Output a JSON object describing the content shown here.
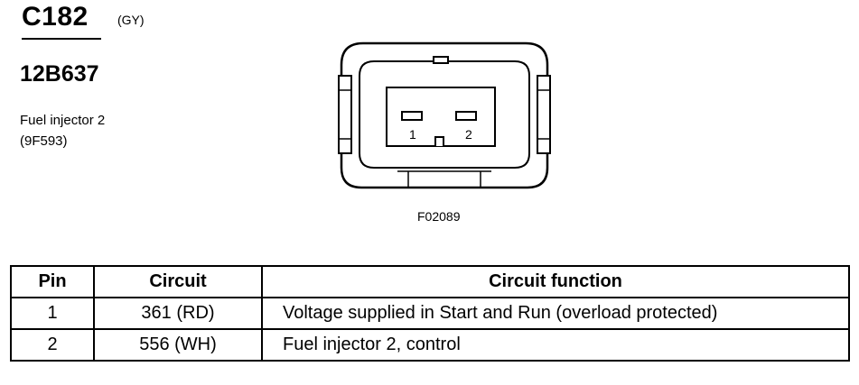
{
  "connector": {
    "id": "C182",
    "color_code": "(GY)",
    "part_number": "12B637",
    "description_line1": "Fuel injector 2",
    "description_line2": "(9F593)"
  },
  "diagram": {
    "figure_code": "F02089",
    "pin_labels": [
      "1",
      "2"
    ]
  },
  "table": {
    "headers": {
      "pin": "Pin",
      "circuit": "Circuit",
      "function": "Circuit function"
    },
    "rows": [
      {
        "pin": "1",
        "circuit": "361 (RD)",
        "function": "Voltage supplied in Start and Run (overload protected)"
      },
      {
        "pin": "2",
        "circuit": "556 (WH)",
        "function": "Fuel injector 2, control"
      }
    ]
  }
}
